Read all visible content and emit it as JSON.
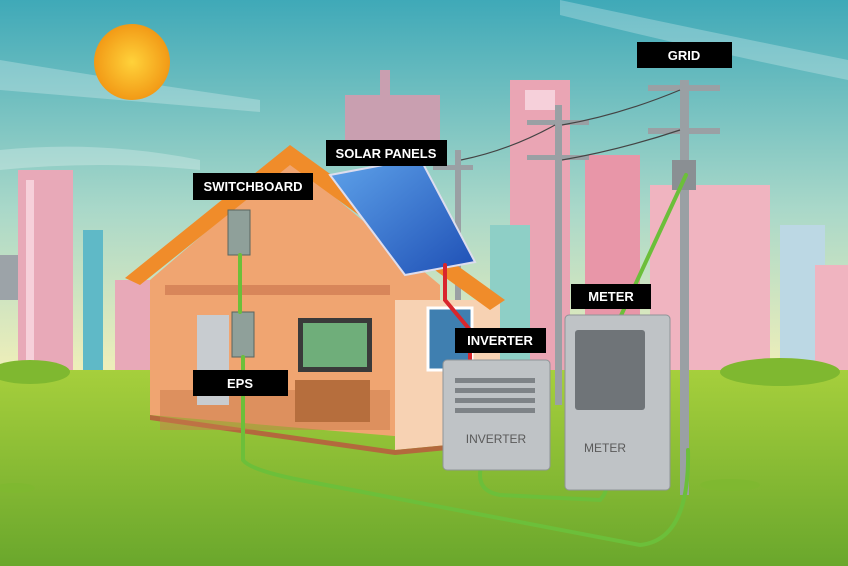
{
  "labels": {
    "grid": "GRID",
    "solar_panels": "SOLAR PANELS",
    "switchboard": "SWITCHBOARD",
    "meter": "METER",
    "inverter": "INVERTER",
    "eps": "EPS"
  },
  "devices": {
    "inverter_text": "INVERTER",
    "meter_text": "METER"
  },
  "colors": {
    "label_bg": "#000000",
    "cable_green": "#6cbf3a",
    "cable_red": "#d9262c",
    "sun": "#f7a21b",
    "grass": "#8dc63f"
  }
}
